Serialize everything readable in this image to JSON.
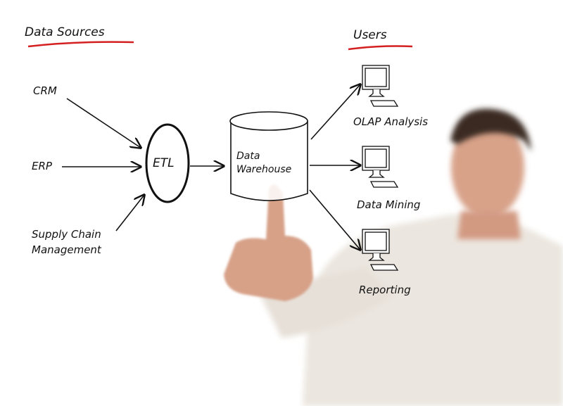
{
  "headers": {
    "sources": "Data Sources",
    "users": "Users"
  },
  "sources": [
    "CRM",
    "ERP",
    "Supply Chain",
    "Management"
  ],
  "etl": "ETL",
  "warehouse": {
    "line1": "Data",
    "line2": "Warehouse"
  },
  "users": [
    "OLAP Analysis",
    "Data Mining",
    "Reporting"
  ],
  "colors": {
    "underline": "#d42020",
    "ink": "#111111",
    "shirt": "#ece8e2",
    "skin": "#d9a28a"
  }
}
